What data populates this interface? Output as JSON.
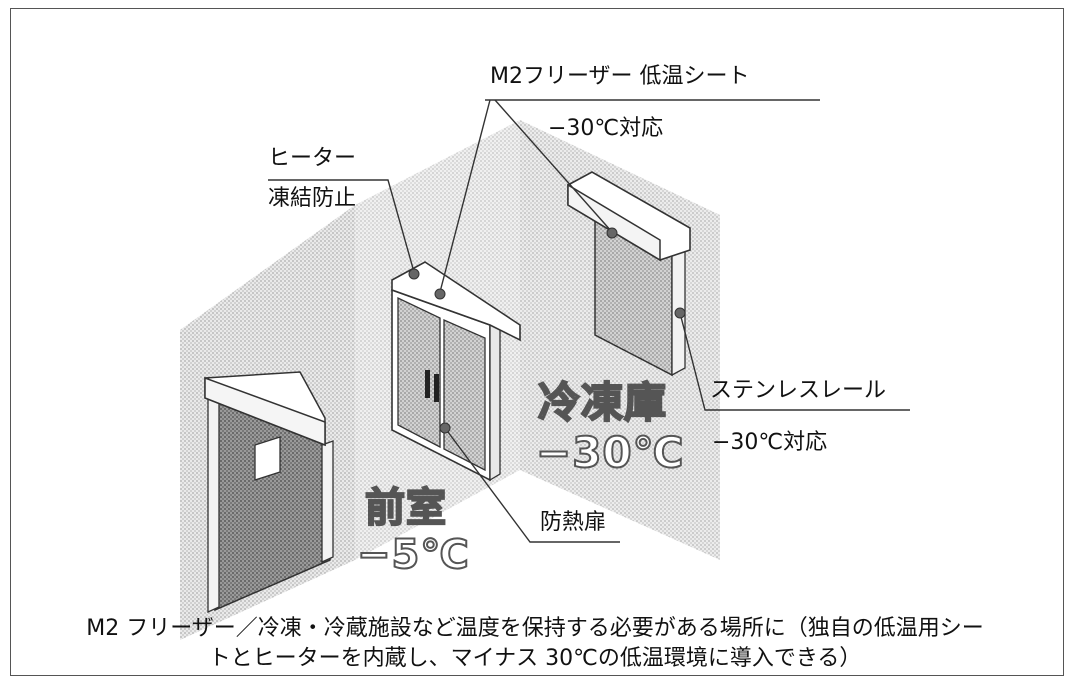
{
  "labels": {
    "sheet_title": "M2フリーザー 低温シート",
    "sheet_sub": "−30℃対応",
    "heater_title": "ヒーター",
    "heater_sub": "凍結防止",
    "rail_title": "ステンレスレール",
    "rail_sub": "−30℃対応",
    "door_title": "防熱扉"
  },
  "rooms": {
    "freezer_name": "冷凍庫",
    "freezer_temp": "−30℃",
    "anteroom_name": "前室",
    "anteroom_temp": "−5℃"
  },
  "caption": {
    "line1": "M2 フリーザー／冷凍・冷蔵施設など温度を保持する必要がある場所に（独自の低温用シー",
    "line2": "トとヒーターを内蔵し、マイナス 30℃の低温環境に導入できる）"
  }
}
